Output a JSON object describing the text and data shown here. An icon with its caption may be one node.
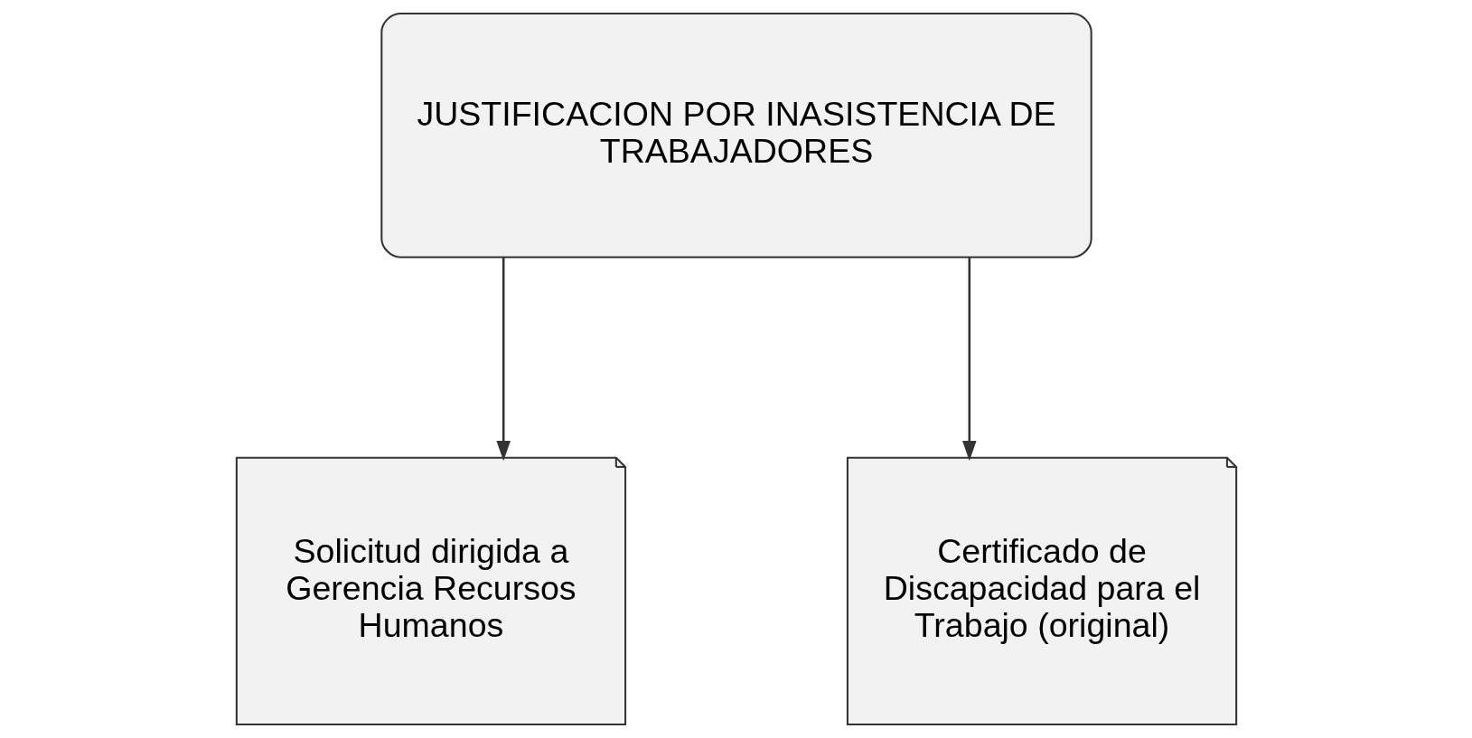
{
  "diagram": {
    "nodes": [
      {
        "text": [
          "JUSTIFICACION POR INASISTENCIA DE TRABAJADORES"
        ]
      },
      {
        "text": [
          "Solicitud dirigida a Gerencia Recursos Humanos"
        ]
      },
      {
        "text": [
          "Certificado de Discapacidad para el Trabajo (original)"
        ]
      }
    ],
    "edges": [
      {
        "from": 0,
        "to": 1,
        "arrow": "to"
      },
      {
        "from": 0,
        "to": 2,
        "arrow": "to"
      }
    ]
  }
}
